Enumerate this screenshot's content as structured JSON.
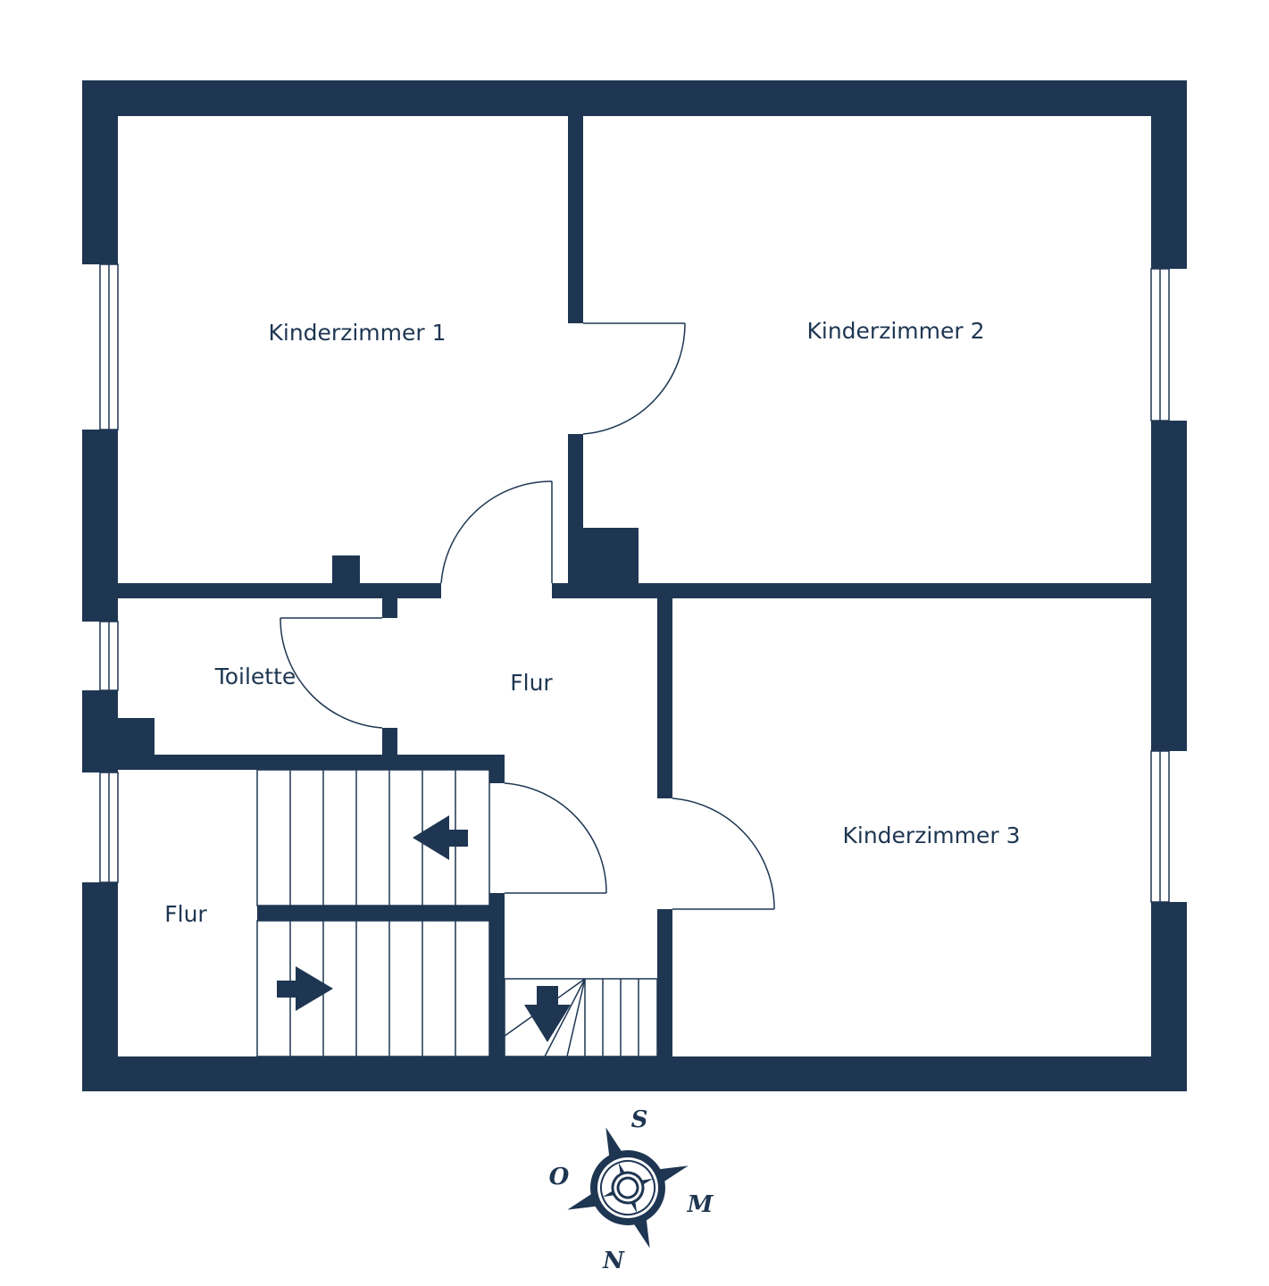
{
  "rooms": {
    "kinderzimmer_1": "Kinderzimmer 1",
    "kinderzimmer_2": "Kinderzimmer 2",
    "kinderzimmer_3": "Kinderzimmer  3",
    "toilette": "Toilette",
    "flur_center": "Flur",
    "flur_left": "Flur"
  },
  "compass": {
    "top": "S",
    "left": "O",
    "right": "M",
    "bottom": "N"
  },
  "colors": {
    "wall": "#1e3652",
    "background": "#ffffff"
  }
}
